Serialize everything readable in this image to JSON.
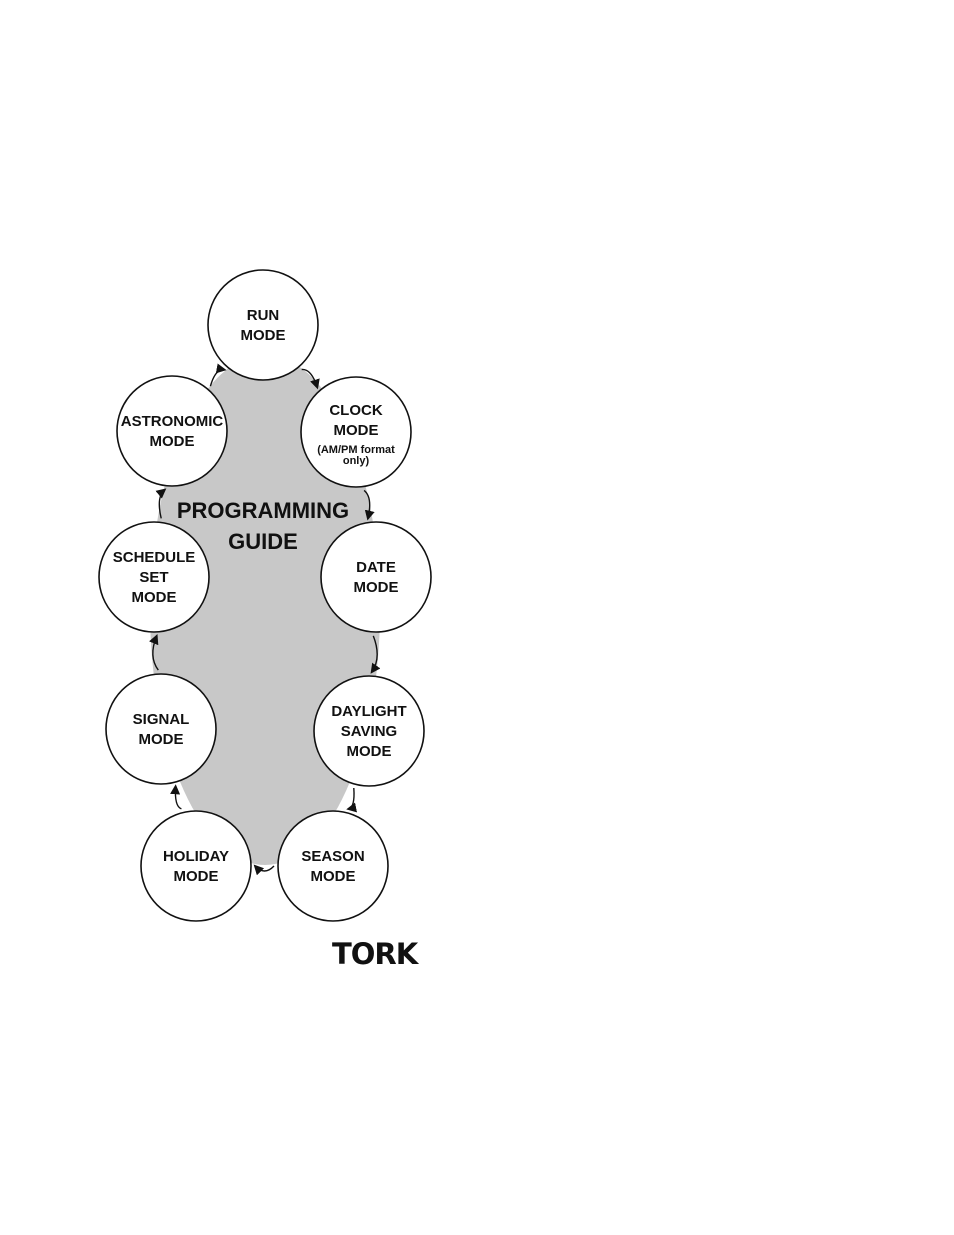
{
  "diagram": {
    "title_line1": "PROGRAMMING",
    "title_line2": "GUIDE",
    "background_color": "#c8c8c8",
    "logo": "TORK",
    "modes": [
      {
        "id": "run",
        "lines": [
          "RUN",
          "MODE"
        ]
      },
      {
        "id": "clock",
        "lines": [
          "CLOCK",
          "MODE"
        ],
        "note": [
          "(AM/PM format",
          "only)"
        ]
      },
      {
        "id": "date",
        "lines": [
          "DATE",
          "MODE"
        ]
      },
      {
        "id": "daylight-saving",
        "lines": [
          "DAYLIGHT",
          "SAVING",
          "MODE"
        ]
      },
      {
        "id": "season",
        "lines": [
          "SEASON",
          "MODE"
        ]
      },
      {
        "id": "holiday",
        "lines": [
          "HOLIDAY",
          "MODE"
        ]
      },
      {
        "id": "signal",
        "lines": [
          "SIGNAL",
          "MODE"
        ]
      },
      {
        "id": "schedule-set",
        "lines": [
          "SCHEDULE",
          "SET",
          "MODE"
        ]
      },
      {
        "id": "astronomic",
        "lines": [
          "ASTRONOMIC",
          "MODE"
        ]
      }
    ],
    "flow": [
      "run",
      "clock",
      "date",
      "daylight-saving",
      "season",
      "holiday",
      "signal",
      "schedule-set",
      "astronomic",
      "run"
    ]
  }
}
